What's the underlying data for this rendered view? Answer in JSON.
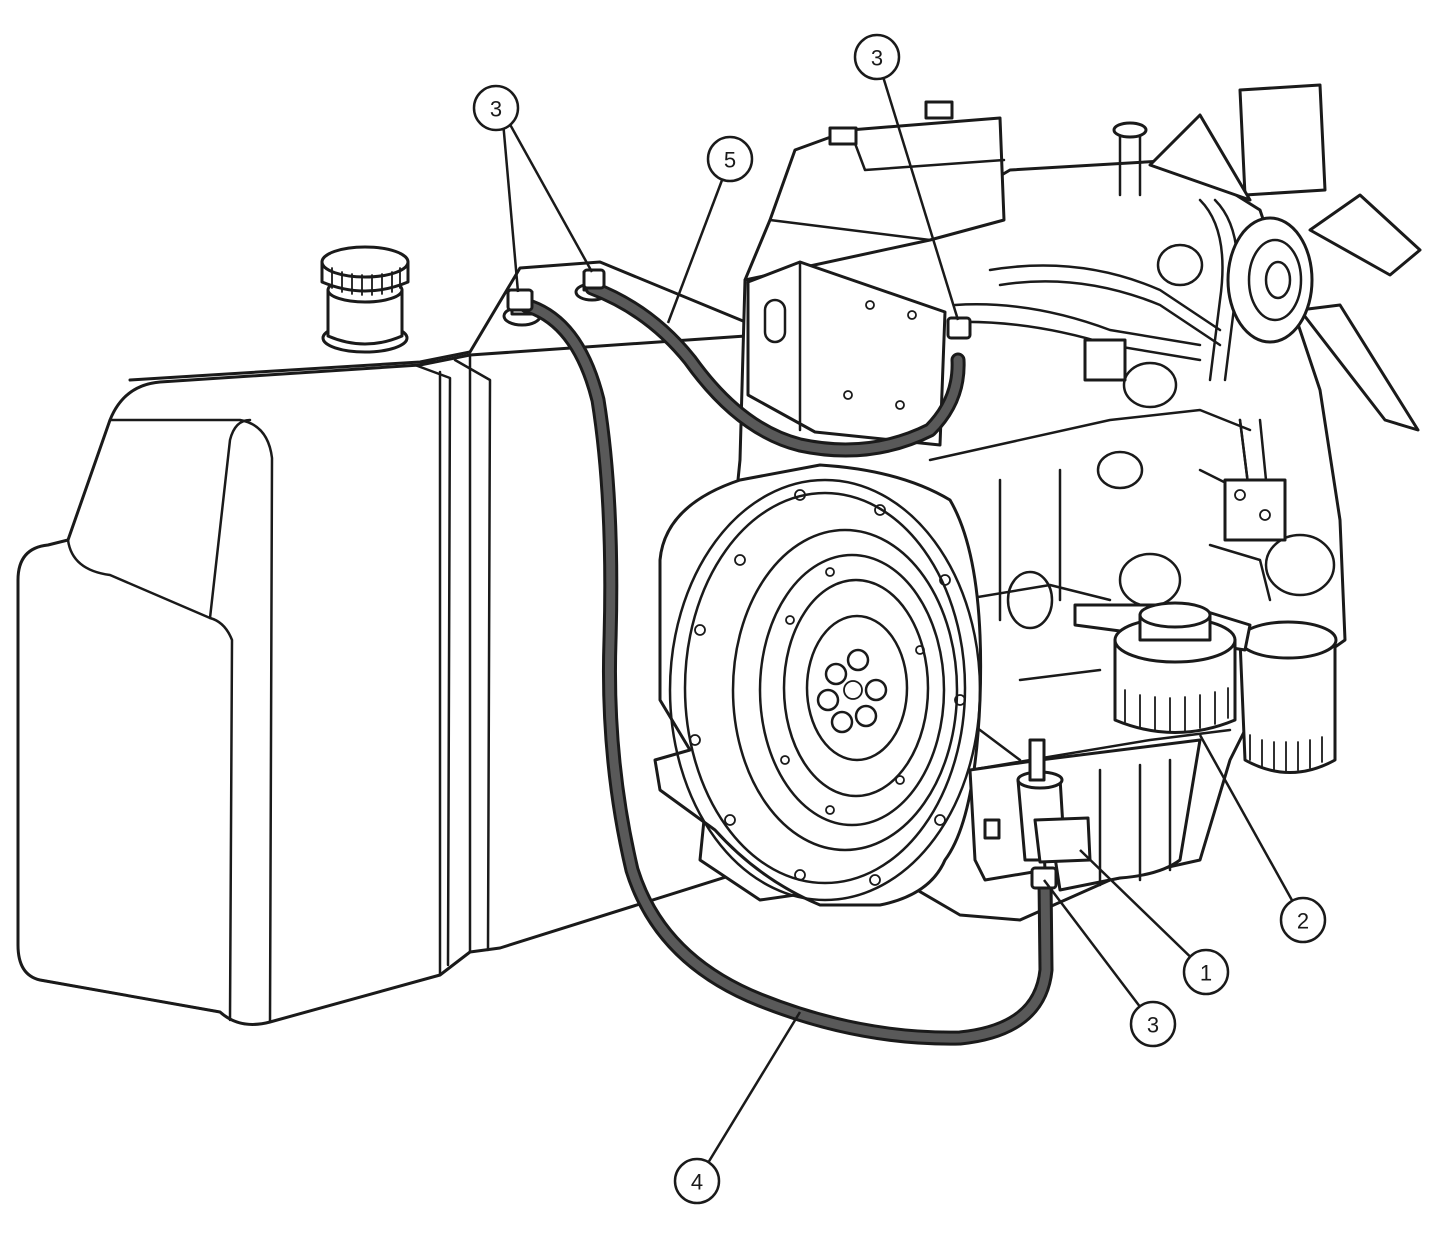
{
  "callouts": [
    {
      "id": "c1",
      "label": "1"
    },
    {
      "id": "c2",
      "label": "2"
    },
    {
      "id": "c3a",
      "label": "3"
    },
    {
      "id": "c3b",
      "label": "3"
    },
    {
      "id": "c3c",
      "label": "3"
    },
    {
      "id": "c4",
      "label": "4"
    },
    {
      "id": "c5",
      "label": "5"
    }
  ],
  "colors": {
    "line": "#1a1a1a",
    "hose": "#595959",
    "background": "#ffffff"
  }
}
